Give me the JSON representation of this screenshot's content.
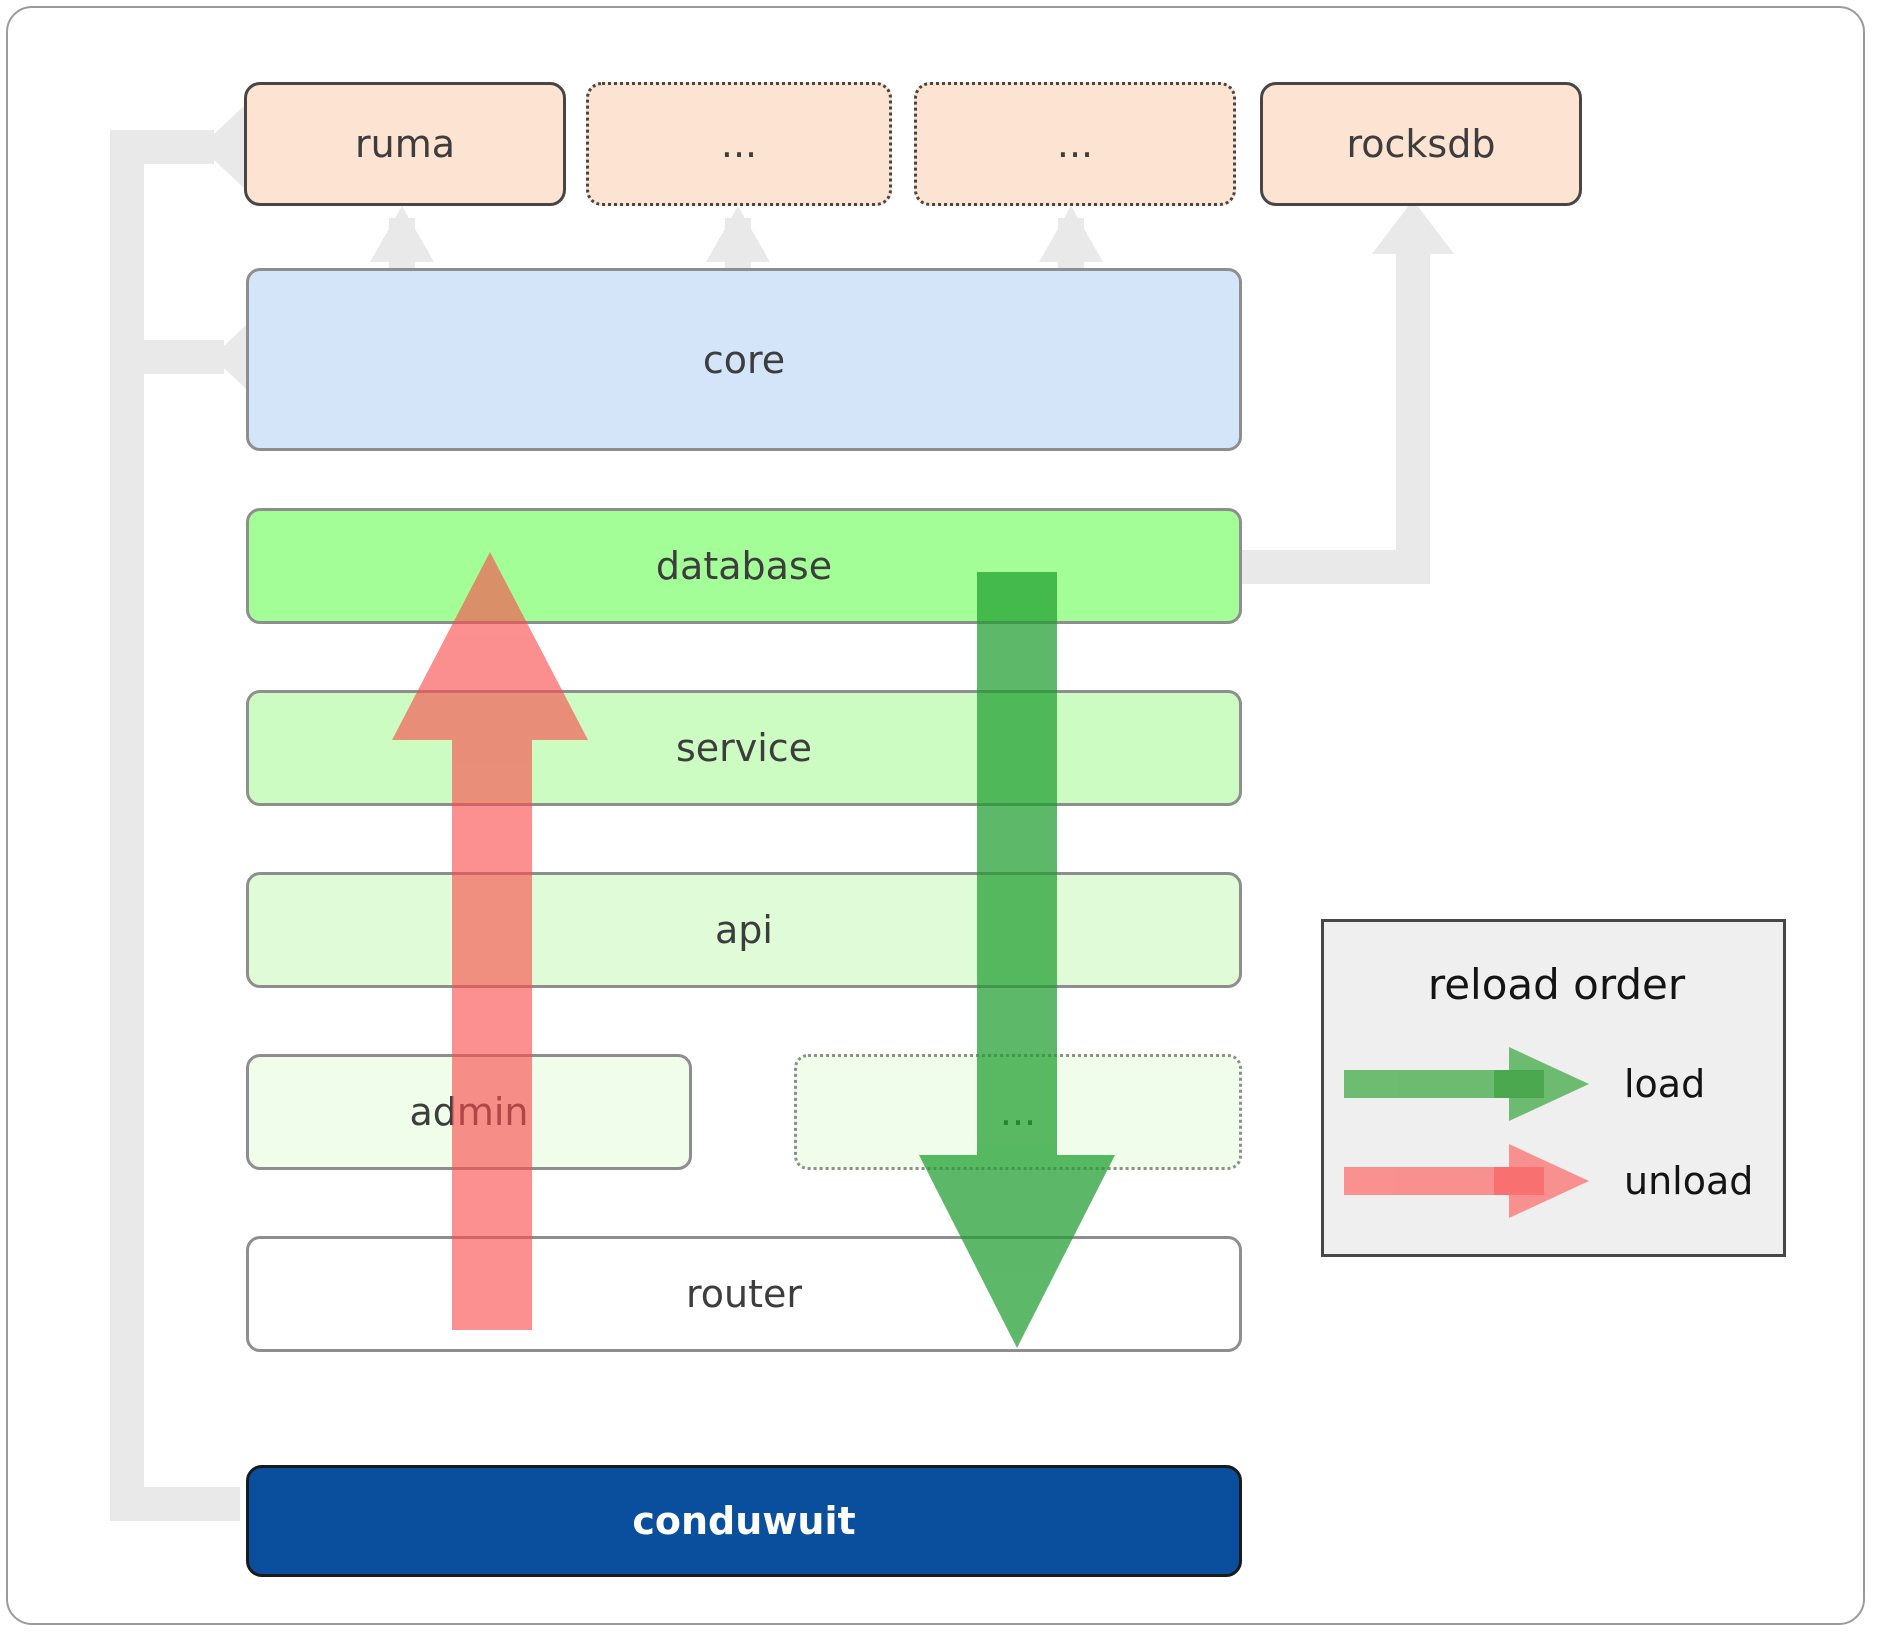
{
  "diagram": {
    "title": "conduwuit crate / module reload order architecture",
    "dependencies": [
      {
        "id": "ruma",
        "label": "ruma",
        "style": "solid"
      },
      {
        "id": "dep-ellipsis-1",
        "label": "...",
        "style": "dotted"
      },
      {
        "id": "dep-ellipsis-2",
        "label": "...",
        "style": "dotted"
      },
      {
        "id": "rocksdb",
        "label": "rocksdb",
        "style": "solid"
      }
    ],
    "layers": [
      {
        "id": "core",
        "label": "core",
        "color": "#d4e5fa",
        "style": "solid"
      },
      {
        "id": "database",
        "label": "database",
        "color": "#a4fe98",
        "style": "solid"
      },
      {
        "id": "service",
        "label": "service",
        "color": "#ccfcc2",
        "style": "solid"
      },
      {
        "id": "api",
        "label": "api",
        "color": "#e0fbd8",
        "style": "solid"
      },
      {
        "id": "admin",
        "label": "admin",
        "color": "#effdea",
        "style": "solid"
      },
      {
        "id": "layer-ellipsis",
        "label": "...",
        "color": "#effdea",
        "style": "dotted"
      },
      {
        "id": "router",
        "label": "router",
        "color": "#ffffff",
        "style": "solid"
      }
    ],
    "binary": {
      "id": "conduwuit",
      "label": "conduwuit",
      "color": "#0a4f9e",
      "text_color": "#ffffff"
    },
    "legend": {
      "title": "reload order",
      "entries": [
        {
          "id": "load",
          "label": "load",
          "color": "#57b35a",
          "direction": "down"
        },
        {
          "id": "unload",
          "label": "unload",
          "color": "#fa8080",
          "direction": "up"
        }
      ]
    },
    "colors": {
      "dependency_fill": "#fce3d2",
      "dependency_border": "#464646",
      "connector": "#e9e9e9",
      "layer_border": "#8e8e8e",
      "legend_bg": "#efefef",
      "load_arrow": "#57b35a",
      "unload_arrow": "#fa8080",
      "binary_fill": "#0a4f9e"
    }
  }
}
